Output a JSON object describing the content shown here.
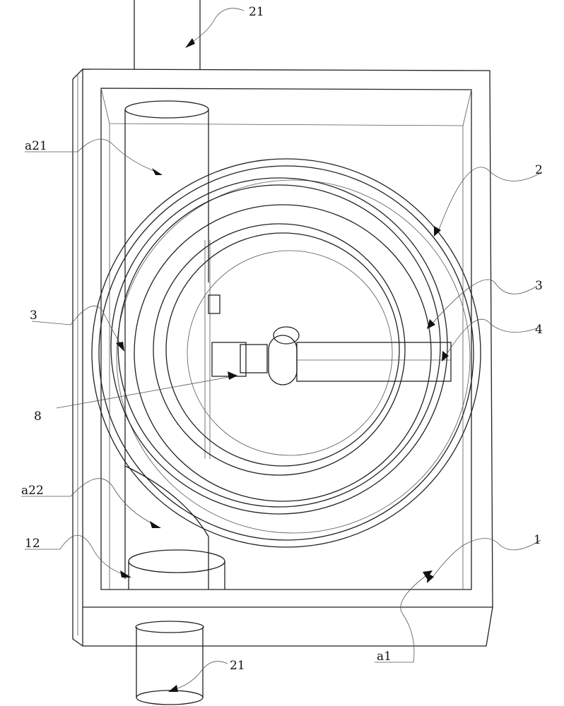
{
  "labels": {
    "top_21": "21",
    "a21": "a21",
    "label_2": "2",
    "right_3": "3",
    "left_3": "3",
    "label_4": "4",
    "label_8": "8",
    "a22": "a22",
    "label_12": "12",
    "label_1": "1",
    "a1": "a1",
    "bottom_21": "21"
  }
}
